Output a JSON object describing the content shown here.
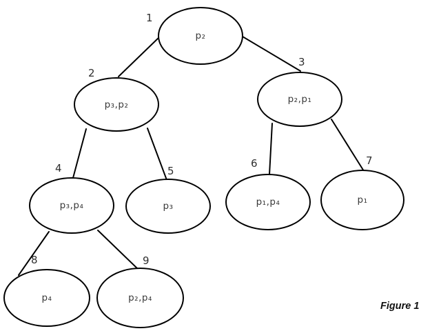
{
  "figure": {
    "caption": "Figure 1"
  },
  "tree": {
    "type": "binary-tree-diagram",
    "colors": {
      "node_stroke": "#000000",
      "edge_stroke": "#000000",
      "label_text": "#3a3a3a",
      "background": "#ffffff"
    },
    "nodes": [
      {
        "id": "1",
        "label": "p₂"
      },
      {
        "id": "2",
        "label": "p₃,p₂"
      },
      {
        "id": "3",
        "label": "p₂,p₁"
      },
      {
        "id": "4",
        "label": "p₃,p₄"
      },
      {
        "id": "5",
        "label": "p₃"
      },
      {
        "id": "6",
        "label": "p₁,p₄"
      },
      {
        "id": "7",
        "label": "p₁"
      },
      {
        "id": "8",
        "label": "p₄"
      },
      {
        "id": "9",
        "label": "p₂,p₄"
      }
    ],
    "edges": [
      "1-2",
      "1-3",
      "2-4",
      "2-5",
      "3-6",
      "3-7",
      "4-8",
      "4-9"
    ]
  }
}
